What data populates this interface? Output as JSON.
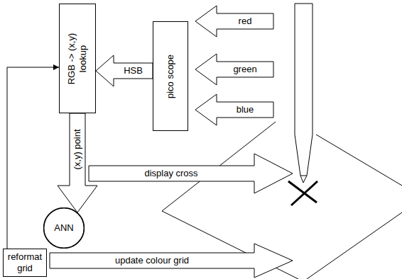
{
  "diagram": {
    "nodes": [
      {
        "text": [
          "RGB -> (x,y) lookup"
        ]
      },
      {
        "text": [
          "pico scope"
        ]
      },
      {
        "text": [
          "ANN"
        ]
      },
      {
        "text": [
          "reformat grid"
        ]
      }
    ],
    "edges": [
      {
        "from": 1,
        "to": 0,
        "label": "HSB",
        "arrow": "to"
      },
      {
        "from": 0,
        "to": 2,
        "label": "(x,y) point",
        "arrow": "to"
      },
      {
        "from": 3,
        "to": 0,
        "arrow": "to"
      }
    ],
    "labels": [
      "red",
      "green",
      "blue",
      "display cross",
      "update colour grid"
    ]
  }
}
